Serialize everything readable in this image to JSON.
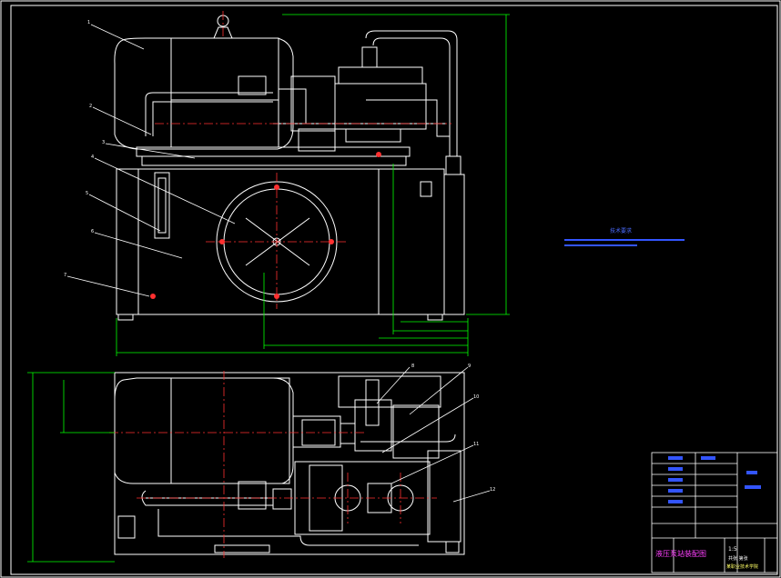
{
  "drawing": {
    "background": "#000000",
    "line_color": "#ffffff",
    "centerline_color": "#ff3030",
    "dimension_color": "#00ff00",
    "tech_color": "#3355ff",
    "title_color": "#ff40ff"
  },
  "top_view_labels": [
    "1",
    "2",
    "3",
    "4",
    "5",
    "6",
    "7"
  ],
  "bottom_view_labels": [
    "8",
    "9",
    "10",
    "11",
    "12"
  ],
  "tech_requirements": {
    "title": "技术要求"
  },
  "title_block": {
    "drawing_name": "液压泵站装配图",
    "scale": "1:5",
    "sheet": "共张 第张",
    "school": "某职业技术学院"
  }
}
